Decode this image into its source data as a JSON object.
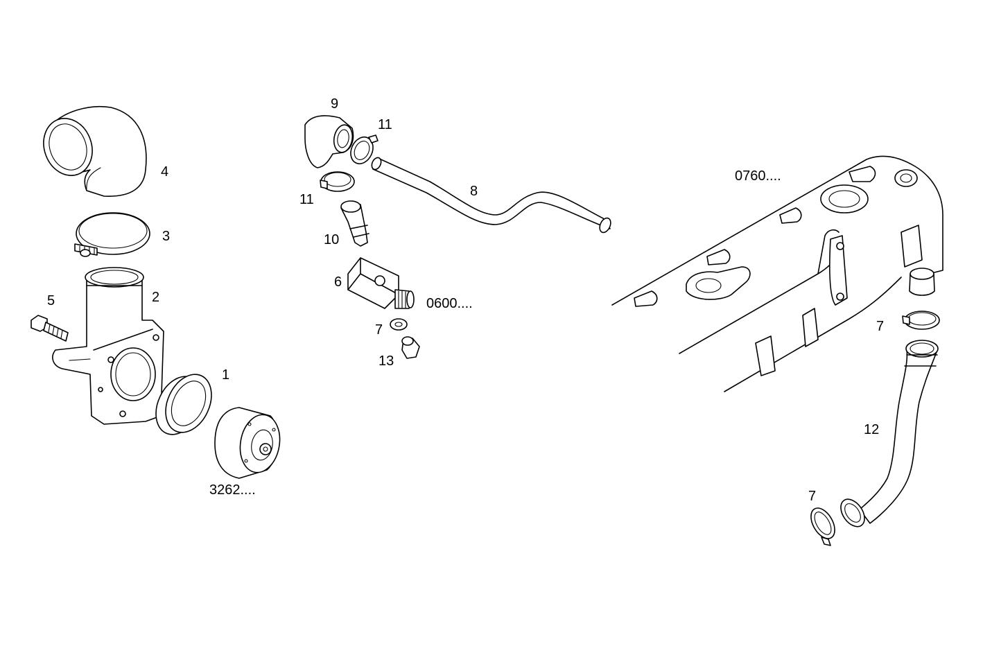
{
  "callouts": {
    "c1": "1",
    "c2": "2",
    "c3": "3",
    "c4": "4",
    "c5": "5",
    "c6": "6",
    "c7a": "7",
    "c7b": "7",
    "c7c": "7",
    "c8": "8",
    "c9": "9",
    "c10": "10",
    "c11a": "11",
    "c11b": "11",
    "c12": "12",
    "c13": "13"
  },
  "references": {
    "r3262": "3262....",
    "r0600": "0600....",
    "r0760": "0760...."
  },
  "colors": {
    "line": "#000000",
    "background": "#ffffff"
  }
}
